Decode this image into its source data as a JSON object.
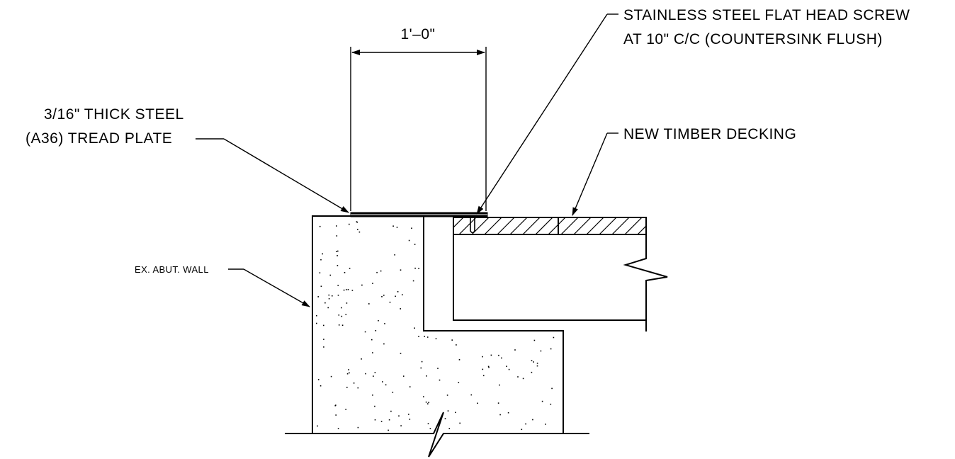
{
  "title": "",
  "labels": {
    "dimension": "1'–0\"",
    "tread_plate_line1": "3/16\" THICK STEEL",
    "tread_plate_line2": "(A36) TREAD PLATE",
    "screw_line1": "STAINLESS STEEL FLAT HEAD SCREW",
    "screw_line2": "AT 10\" C/C (COUNTERSINK FLUSH)",
    "decking": "NEW TIMBER DECKING",
    "abutment": "EX. ABUT. WALL"
  },
  "colors": {
    "line": "#000000",
    "background": "#ffffff"
  }
}
